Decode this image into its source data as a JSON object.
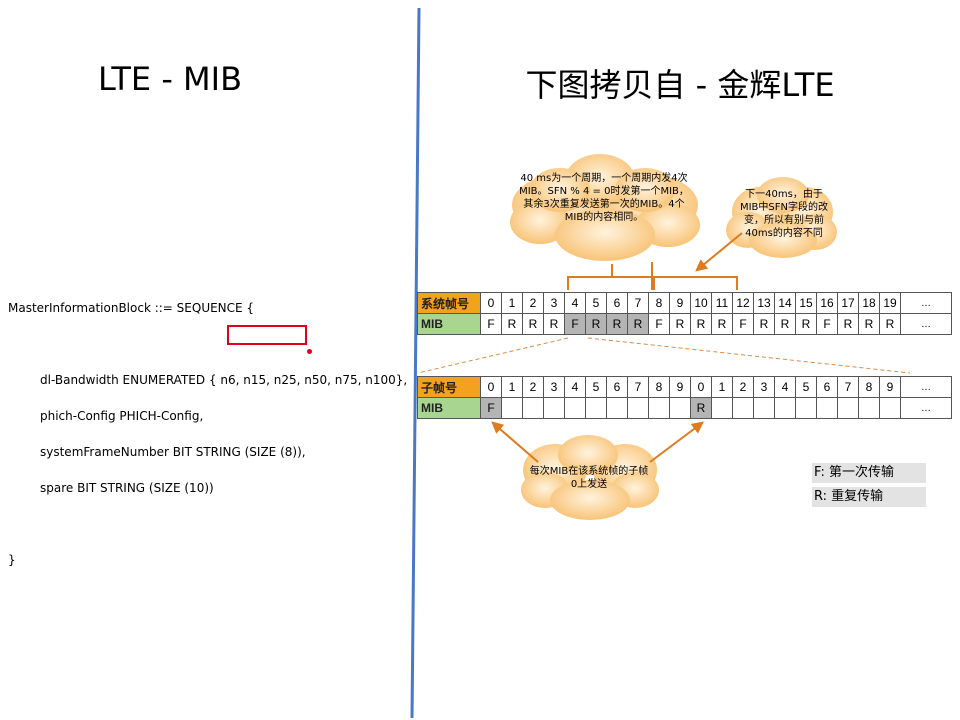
{
  "left": {
    "title": "LTE - MIB"
  },
  "right": {
    "title": "下图拷贝自 -  金辉LTE"
  },
  "code": {
    "line1": "MasterInformationBlock ::= SEQUENCE {",
    "line2": "dl-Bandwidth ENUMERATED { n6, n15, n25, n50, n75, n100},",
    "line3": "phich-Config PHICH-Config,",
    "line4": "systemFrameNumber BIT STRING (SIZE (8)),",
    "line5": "spare BIT STRING (SIZE (10))",
    "line6": "}"
  },
  "table1": {
    "row1_header": "系统帧号",
    "row2_header": "MIB",
    "frames": [
      "0",
      "1",
      "2",
      "3",
      "4",
      "5",
      "6",
      "7",
      "8",
      "9",
      "10",
      "11",
      "12",
      "13",
      "14",
      "15",
      "16",
      "17",
      "18",
      "19",
      "…"
    ],
    "mib": [
      "F",
      "R",
      "R",
      "R",
      "F",
      "R",
      "R",
      "R",
      "F",
      "R",
      "R",
      "R",
      "F",
      "R",
      "R",
      "R",
      "F",
      "R",
      "R",
      "R",
      "…"
    ]
  },
  "table2": {
    "row1_header": "子帧号",
    "row2_header": "MIB",
    "subframes": [
      "0",
      "1",
      "2",
      "3",
      "4",
      "5",
      "6",
      "7",
      "8",
      "9",
      "0",
      "1",
      "2",
      "3",
      "4",
      "5",
      "6",
      "7",
      "8",
      "9",
      "…"
    ],
    "mib": [
      "F",
      "",
      "",
      "",
      "",
      "",
      "",
      "",
      "",
      "",
      "R",
      "",
      "",
      "",
      "",
      "",
      "",
      "",
      "",
      "",
      "…"
    ]
  },
  "callouts": {
    "c1": "40 ms为一个周期，一个周期内发4次MIB。SFN % 4 = 0时发第一个MIB，其余3次重复发送第一次的MIB。4个MIB的内容相同。",
    "c2": "下一40ms，由于MIB中SFN字段的改变，所以有别与前40ms的内容不同",
    "c3": "每次MIB在该系统帧的子帧0上发送"
  },
  "legend": {
    "f": "F:  第一次传输",
    "r": "R:  重复传输"
  },
  "colors": {
    "orange": "#f3a21f",
    "green": "#a8d58f",
    "gray": "#b4b4b4",
    "divider": "#4a78c8",
    "arrow": "#e07a1e",
    "cloud": "#fbd08a",
    "red": "#e0001a"
  }
}
